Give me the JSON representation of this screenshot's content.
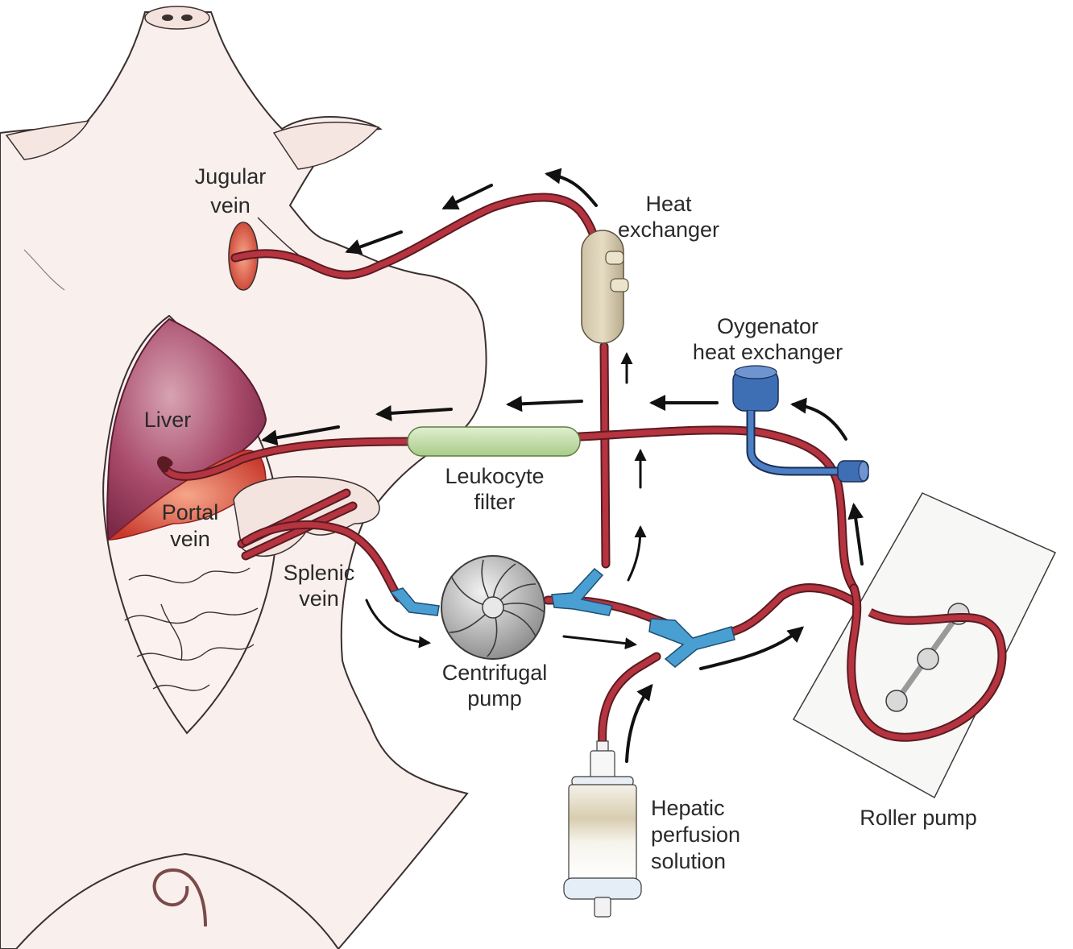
{
  "diagram": {
    "labels": {
      "jugular_vein": [
        "Jugular",
        "vein"
      ],
      "heat_exchanger": [
        "Heat",
        "exchanger"
      ],
      "oxygenator": [
        "Oygenator",
        "heat exchanger"
      ],
      "liver": "Liver",
      "portal_vein": [
        "Portal",
        "vein"
      ],
      "splenic_vein": [
        "Splenic",
        "vein"
      ],
      "leukocyte_filter": [
        "Leukocyte",
        "filter"
      ],
      "centrifugal_pump": [
        "Centrifugal",
        "pump"
      ],
      "hepatic_solution": [
        "Hepatic",
        "perfusion",
        "solution"
      ],
      "roller_pump": "Roller pump"
    },
    "colors": {
      "skin": "#f9efec",
      "skin_outline": "#3b3030",
      "tube": "#b5343f",
      "tube_outline": "#5a1b22",
      "connector": "#4a9fd2",
      "liver": "#9b3d5c",
      "oxygenator": "#3e6fb5",
      "filter": "#c3dda8",
      "heat_exchanger": "#d9cdb0",
      "arrow": "#111111"
    }
  }
}
